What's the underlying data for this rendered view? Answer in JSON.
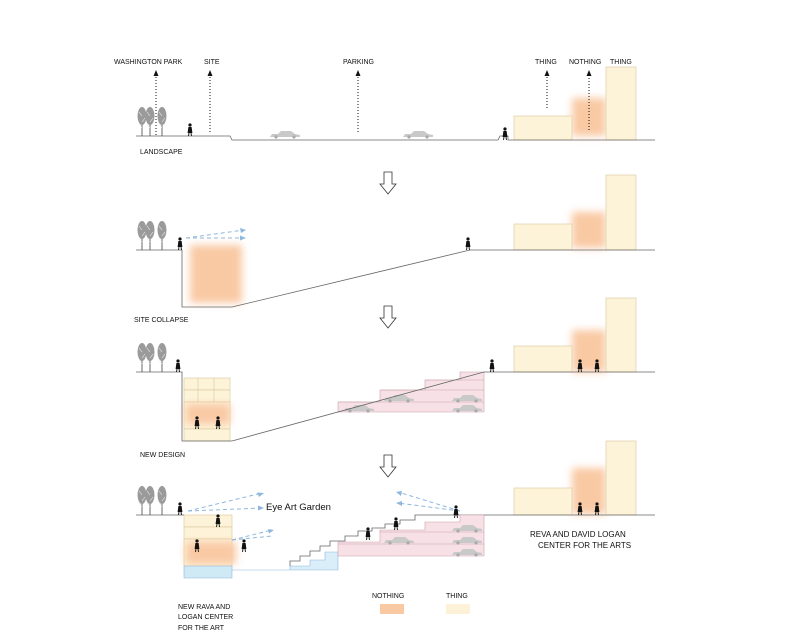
{
  "labels": {
    "washington_park": "WASHINGTON PARK",
    "site": "SITE",
    "parking": "PARKING",
    "thing_left": "THING",
    "nothing_top": "NOTHING",
    "thing_right": "THING",
    "landscape": "LANDSCAPE",
    "site_collapse": "SITE COLLAPSE",
    "new_design": "NEW DESIGN",
    "eye_art_garden": "Eye Art Garden",
    "reva_line1": "REVA AND DAVID LOGAN",
    "reva_line2": "CENTER FOR THE ARTS",
    "new_rava_line1": "NEW RAVA AND",
    "new_rava_line2": "LOGAN CENTER",
    "new_rava_line3": "FOR THE ART"
  },
  "legend": [
    {
      "label": "NOTHING",
      "color": "#f9c9a4"
    },
    {
      "label": "THING",
      "color": "#fdf1d8"
    }
  ],
  "colors": {
    "nothing": "#f9c9a4",
    "thing": "#fdf3d9",
    "garage": "#f7e1e6",
    "water": "#cfe9f5",
    "sightline": "#8fb7dd"
  }
}
